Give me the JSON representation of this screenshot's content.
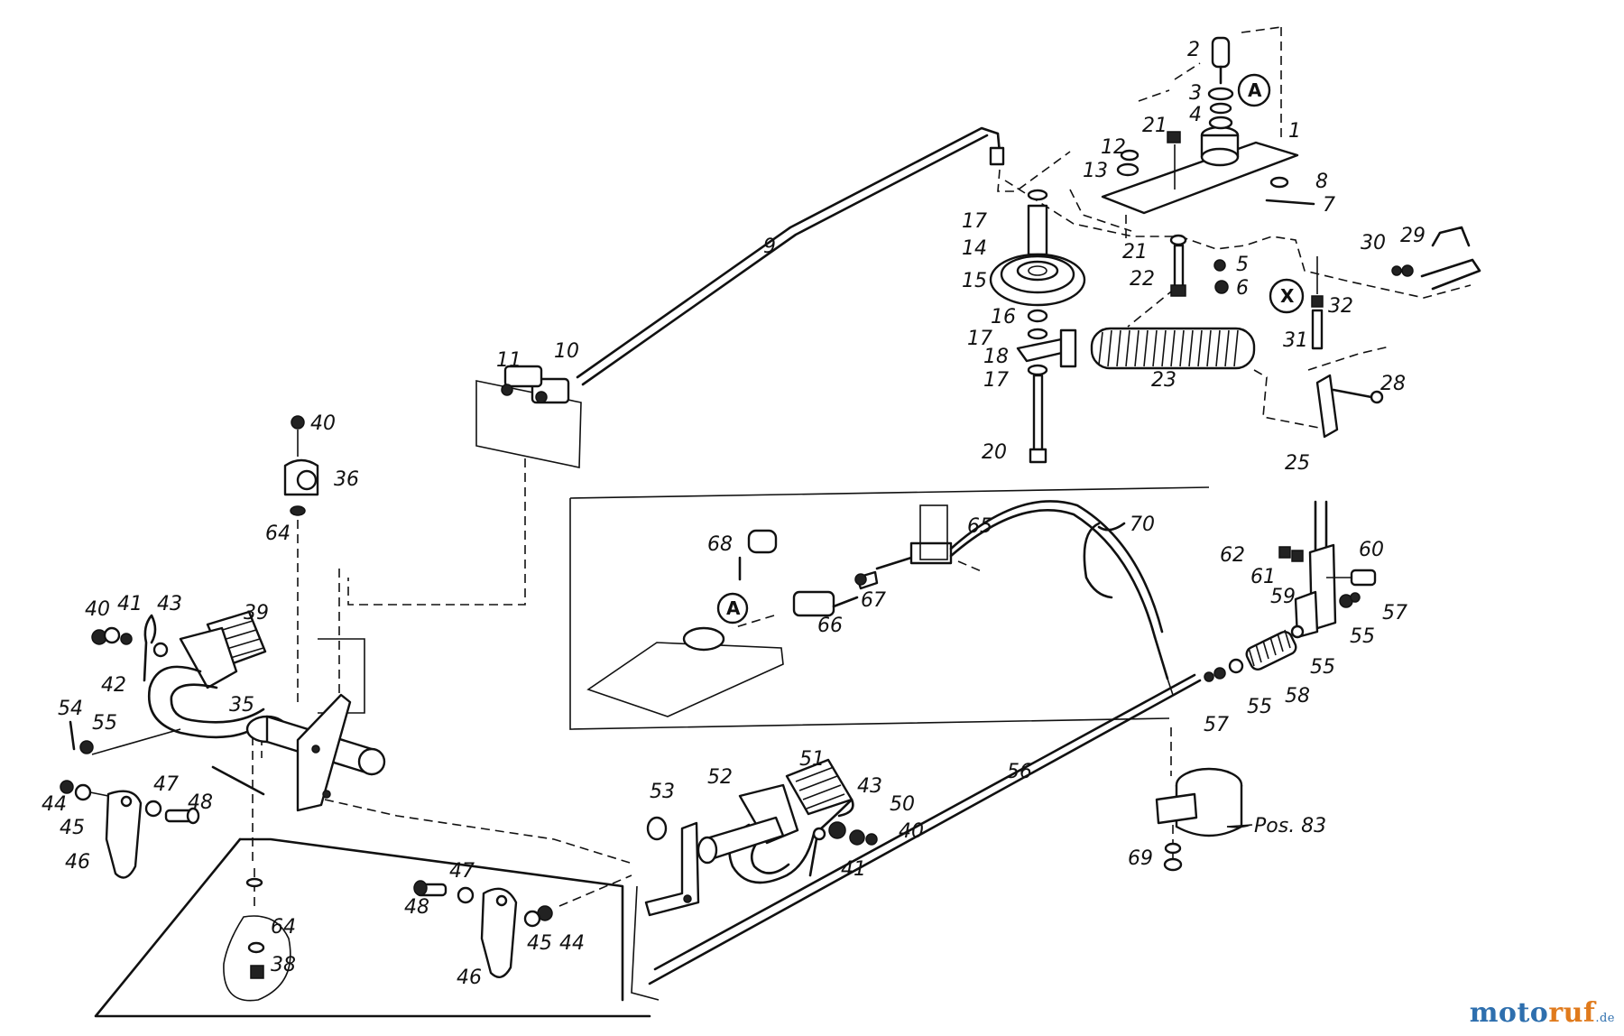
{
  "diagram": {
    "callouts": {
      "A_top": "A",
      "A_inset": "A",
      "X": "X"
    },
    "labels": [
      {
        "id": "p2",
        "text": "2"
      },
      {
        "id": "p3",
        "text": "3"
      },
      {
        "id": "p4",
        "text": "4"
      },
      {
        "id": "p1",
        "text": "1"
      },
      {
        "id": "p21a",
        "text": "21"
      },
      {
        "id": "p12",
        "text": "12"
      },
      {
        "id": "p13",
        "text": "13"
      },
      {
        "id": "p8",
        "text": "8"
      },
      {
        "id": "p7",
        "text": "7"
      },
      {
        "id": "p17a",
        "text": "17"
      },
      {
        "id": "p14",
        "text": "14"
      },
      {
        "id": "p21b",
        "text": "21"
      },
      {
        "id": "p5",
        "text": "5"
      },
      {
        "id": "p22",
        "text": "22"
      },
      {
        "id": "p6",
        "text": "6"
      },
      {
        "id": "p15",
        "text": "15"
      },
      {
        "id": "p16",
        "text": "16"
      },
      {
        "id": "p17b",
        "text": "17"
      },
      {
        "id": "p18",
        "text": "18"
      },
      {
        "id": "p17c",
        "text": "17"
      },
      {
        "id": "p23",
        "text": "23"
      },
      {
        "id": "p20",
        "text": "20"
      },
      {
        "id": "p30",
        "text": "30"
      },
      {
        "id": "p29",
        "text": "29"
      },
      {
        "id": "p32",
        "text": "32"
      },
      {
        "id": "p31",
        "text": "31"
      },
      {
        "id": "p28",
        "text": "28"
      },
      {
        "id": "p25",
        "text": "25"
      },
      {
        "id": "p9",
        "text": "9"
      },
      {
        "id": "p11",
        "text": "11"
      },
      {
        "id": "p10",
        "text": "10"
      },
      {
        "id": "p40a",
        "text": "40"
      },
      {
        "id": "p36",
        "text": "36"
      },
      {
        "id": "p64a",
        "text": "64"
      },
      {
        "id": "p68",
        "text": "68"
      },
      {
        "id": "p65",
        "text": "65"
      },
      {
        "id": "p70",
        "text": "70"
      },
      {
        "id": "p67",
        "text": "67"
      },
      {
        "id": "p66",
        "text": "66"
      },
      {
        "id": "p62",
        "text": "62"
      },
      {
        "id": "p61",
        "text": "61"
      },
      {
        "id": "p60",
        "text": "60"
      },
      {
        "id": "p59",
        "text": "59"
      },
      {
        "id": "p57a",
        "text": "57"
      },
      {
        "id": "p55a",
        "text": "55"
      },
      {
        "id": "p55b",
        "text": "55"
      },
      {
        "id": "p58",
        "text": "58"
      },
      {
        "id": "p55c",
        "text": "55"
      },
      {
        "id": "p57b",
        "text": "57"
      },
      {
        "id": "p40b",
        "text": "40"
      },
      {
        "id": "p41a",
        "text": "41"
      },
      {
        "id": "p43a",
        "text": "43"
      },
      {
        "id": "p39",
        "text": "39"
      },
      {
        "id": "p42",
        "text": "42"
      },
      {
        "id": "p35",
        "text": "35"
      },
      {
        "id": "p54",
        "text": "54"
      },
      {
        "id": "p55d",
        "text": "55"
      },
      {
        "id": "p44a",
        "text": "44"
      },
      {
        "id": "p45a",
        "text": "45"
      },
      {
        "id": "p47a",
        "text": "47"
      },
      {
        "id": "p48a",
        "text": "48"
      },
      {
        "id": "p46a",
        "text": "46"
      },
      {
        "id": "p64b",
        "text": "64"
      },
      {
        "id": "p38",
        "text": "38"
      },
      {
        "id": "p56",
        "text": "56"
      },
      {
        "id": "p53",
        "text": "53"
      },
      {
        "id": "p52",
        "text": "52"
      },
      {
        "id": "p51",
        "text": "51"
      },
      {
        "id": "p43b",
        "text": "43"
      },
      {
        "id": "p50",
        "text": "50"
      },
      {
        "id": "p41b",
        "text": "41"
      },
      {
        "id": "p40c",
        "text": "40"
      },
      {
        "id": "p47b",
        "text": "47"
      },
      {
        "id": "p48b",
        "text": "48"
      },
      {
        "id": "p45b",
        "text": "45"
      },
      {
        "id": "p44b",
        "text": "44"
      },
      {
        "id": "p46b",
        "text": "46"
      },
      {
        "id": "pos83",
        "text": "Pos. 83"
      },
      {
        "id": "p69",
        "text": "69"
      }
    ]
  },
  "brand": {
    "part1": "moto",
    "part2": "ruf",
    "part3": ".de"
  }
}
